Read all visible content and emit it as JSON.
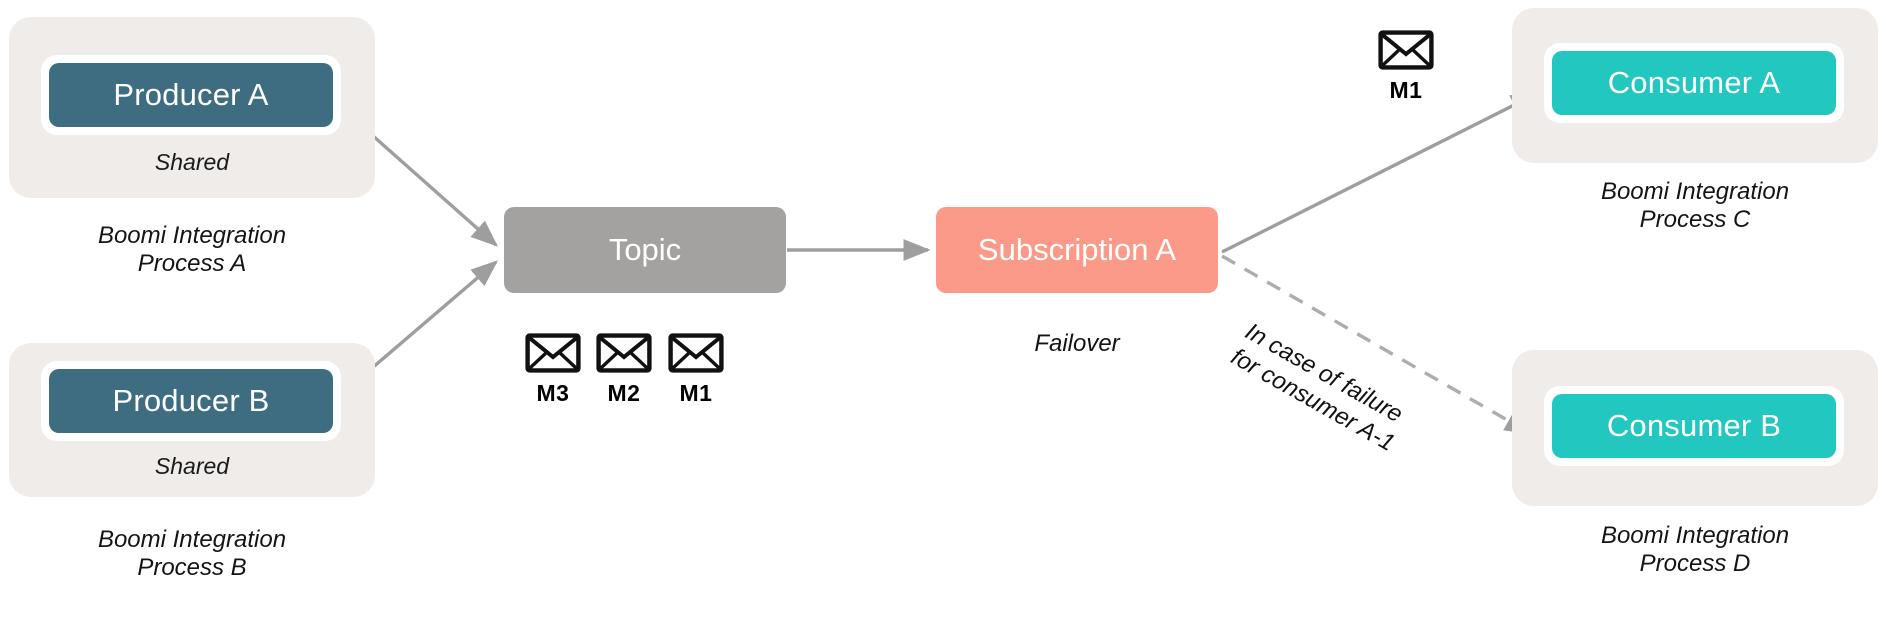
{
  "diagram": {
    "title": "Boomi message queue topic / subscription failover diagram",
    "colors": {
      "producer": "#3E6C80",
      "consumer": "#22C7C0",
      "topic": "#A3A2A1",
      "subscription": "#FC9A8A",
      "card": "#EFECEA",
      "edge": "#9E9E9E",
      "background": "#FFFFFF"
    }
  },
  "producers": [
    {
      "label": "Producer A",
      "badge": "Shared",
      "caption": "Boomi Integration\nProcess A"
    },
    {
      "label": "Producer B",
      "badge": "Shared",
      "caption": "Boomi Integration\nProcess B"
    }
  ],
  "topic": {
    "label": "Topic",
    "messages": [
      {
        "label": "M3",
        "icon": "envelope-icon"
      },
      {
        "label": "M2",
        "icon": "envelope-icon"
      },
      {
        "label": "M1",
        "icon": "envelope-icon"
      }
    ]
  },
  "subscription": {
    "label": "Subscription A",
    "caption": "Failover"
  },
  "delivered_message": {
    "label": "M1",
    "icon": "envelope-icon"
  },
  "consumers": [
    {
      "label": "Consumer A",
      "caption": "Boomi Integration\nProcess C"
    },
    {
      "label": "Consumer B",
      "caption": "Boomi Integration\nProcess D"
    }
  ],
  "annotations": {
    "failover_edge": "In case of failure\nfor consumer A-1"
  }
}
